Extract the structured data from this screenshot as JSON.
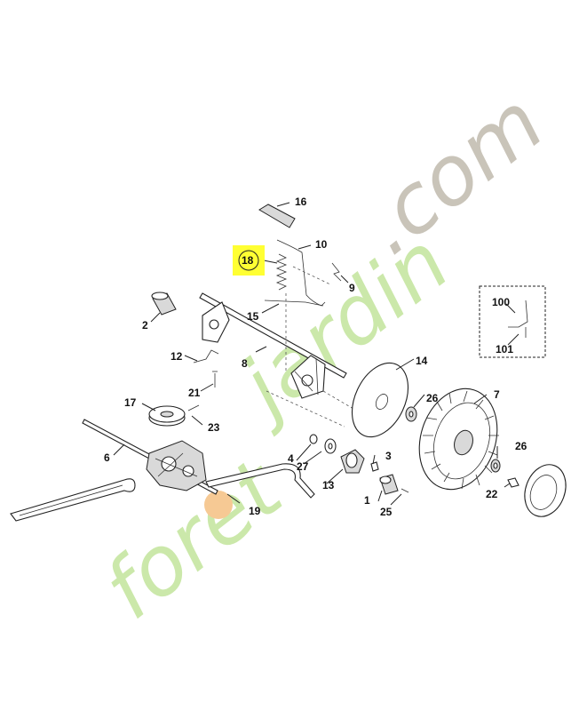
{
  "labels": {
    "l1": "1",
    "l2": "2",
    "l3": "3",
    "l4": "4",
    "l6": "6",
    "l7": "7",
    "l8": "8",
    "l9": "9",
    "l10": "10",
    "l12": "12",
    "l13": "13",
    "l14": "14",
    "l15": "15",
    "l16": "16",
    "l17": "17",
    "l18": "18",
    "l19": "19",
    "l21": "21",
    "l22": "22",
    "l23": "23",
    "l25": "25",
    "l26a": "26",
    "l26b": "26",
    "l27": "27",
    "l100": "100",
    "l101": "101"
  },
  "highlight": {
    "label": "18",
    "color": "#ffff33"
  },
  "watermark": {
    "part1": "foret",
    "part2": "jardin",
    "part3": ".com"
  },
  "colors": {
    "line": "#222222",
    "watermark_green": "#c9e7a6",
    "watermark_grey": "#c7c1b6",
    "watermark_orange": "#f6c78f"
  }
}
